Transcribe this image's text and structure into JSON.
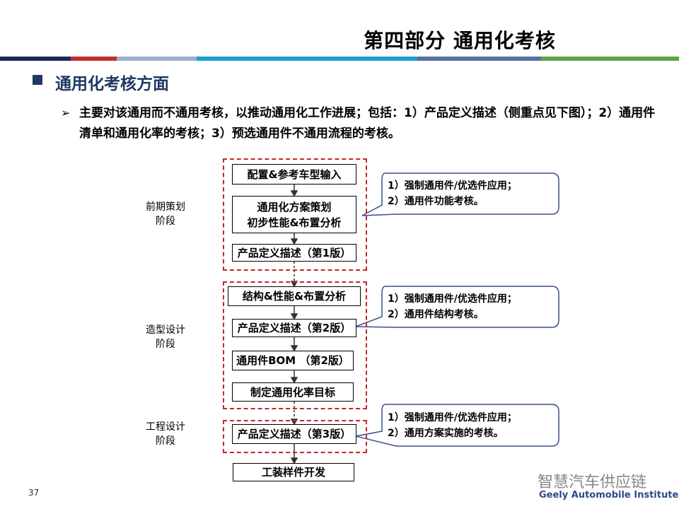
{
  "header": {
    "title": "第四部分  通用化考核",
    "bar_colors": [
      "#1b2a5a",
      "#c3302e",
      "#9cb0cc",
      "#1fa0d2",
      "#5a6fa0",
      "#5aa64a"
    ]
  },
  "section": {
    "heading": "通用化考核方面",
    "paragraph": "主要对该通用而不通用考核，以推动通用化工作进展；包括：1）产品定义描述（侧重点见下图）；2）通用件清单和通用化率的考核；3）预选通用件不通用流程的考核。"
  },
  "flow": {
    "stages": [
      {
        "line1": "前期策划",
        "line2": "阶段"
      },
      {
        "line1": "造型设计",
        "line2": "阶段"
      },
      {
        "line1": "工程设计",
        "line2": "阶段"
      }
    ],
    "boxes": [
      {
        "line1": "配置&参考车型输入",
        "line2": ""
      },
      {
        "line1": "通用化方案策划",
        "line2": "初步性能&布置分析"
      },
      {
        "line1": "产品定义描述（第1版）",
        "line2": ""
      },
      {
        "line1": "结构&性能&布置分析",
        "line2": ""
      },
      {
        "line1": "产品定义描述（第2版）",
        "line2": ""
      },
      {
        "line1": "通用件BOM （第2版）",
        "line2": ""
      },
      {
        "line1": "制定通用化率目标",
        "line2": ""
      },
      {
        "line1": "产品定义描述（第3版）",
        "line2": ""
      },
      {
        "line1": "工装样件开发",
        "line2": ""
      }
    ],
    "callouts": [
      {
        "line1": "1）强制通用件/优选件应用；",
        "line2": "2）通用件功能考核。"
      },
      {
        "line1": "1）强制通用件/优选件应用；",
        "line2": "2）通用件结构考核。"
      },
      {
        "line1": "1）强制通用件/优选件应用；",
        "line2": "2）通用方案实施的考核。"
      }
    ]
  },
  "footer": {
    "page_number": "37",
    "watermark": "智慧汽车供应链",
    "institute": "Geely Automobile Institute"
  }
}
